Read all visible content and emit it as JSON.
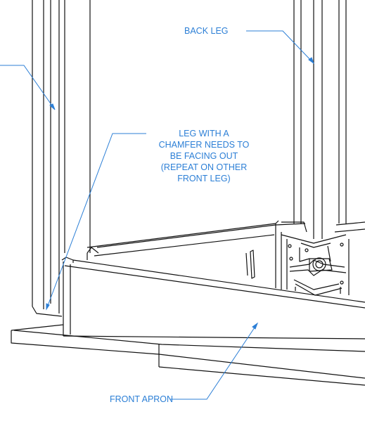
{
  "labels": {
    "back_leg": "BACK LEG",
    "leg_chamfer_lines": [
      "LEG WITH A",
      "CHAMFER NEEDS TO",
      "BE FACING OUT",
      "(REPEAT ON OTHER",
      "FRONT LEG)"
    ],
    "front_apron": "FRONT APRON"
  },
  "colors": {
    "callout": "#2c7fd6",
    "drawing_line": "#111111",
    "background": "#ffffff"
  }
}
